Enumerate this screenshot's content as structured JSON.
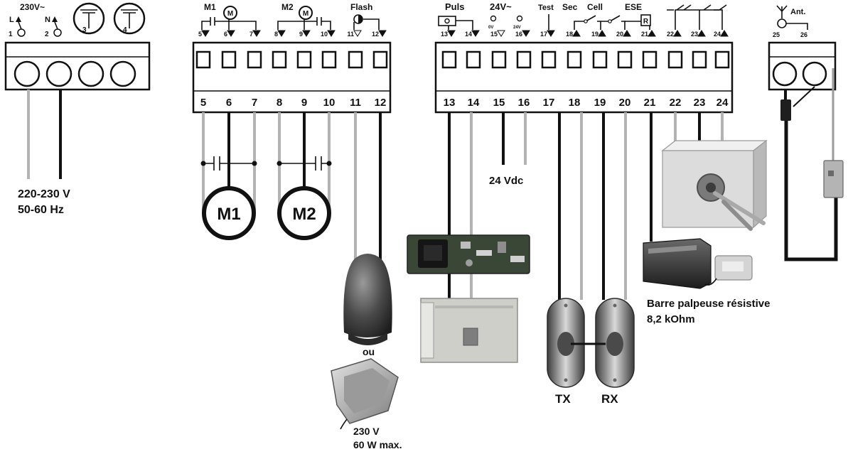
{
  "block_1_header": {
    "voltage": "230V~",
    "line": "L",
    "neutral": "N"
  },
  "block_2_header": {
    "motor1": "M1",
    "motor2": "M2",
    "flash": "Flash",
    "motor_symbol": "M"
  },
  "block_3_header": {
    "push": "Puls",
    "power": "24V~",
    "zero_volt": "0V",
    "plus_volt": "24V",
    "test": "Test",
    "sec": "Sec",
    "cell": "Cell",
    "ese": "ESE",
    "resistor": "R"
  },
  "block_4_header": {
    "antenna": "Ant."
  },
  "terminals": {
    "block1": [
      "1",
      "2",
      "3",
      "4"
    ],
    "block2": [
      "5",
      "6",
      "7",
      "8",
      "9",
      "10",
      "11",
      "12"
    ],
    "block3": [
      "13",
      "14",
      "15",
      "16",
      "17",
      "18",
      "19",
      "20",
      "21",
      "22",
      "23",
      "24"
    ],
    "block4": [
      "25",
      "26"
    ]
  },
  "power_label": {
    "voltage": "220-230 V",
    "frequency": "50-60 Hz"
  },
  "motors": {
    "m1": "M1",
    "m2": "M2"
  },
  "flash_alternative": "ou",
  "lamp_label": {
    "voltage": "230 V",
    "power": "60 W max."
  },
  "dc_label": "24 Vdc",
  "photocells": {
    "tx": "TX",
    "rx": "RX"
  },
  "safety_edge": {
    "name": "Barre palpeuse résistive",
    "value": "8,2 kOhm"
  },
  "colors": {
    "wire_black": "#111111",
    "wire_grey": "#b3b3b3"
  }
}
